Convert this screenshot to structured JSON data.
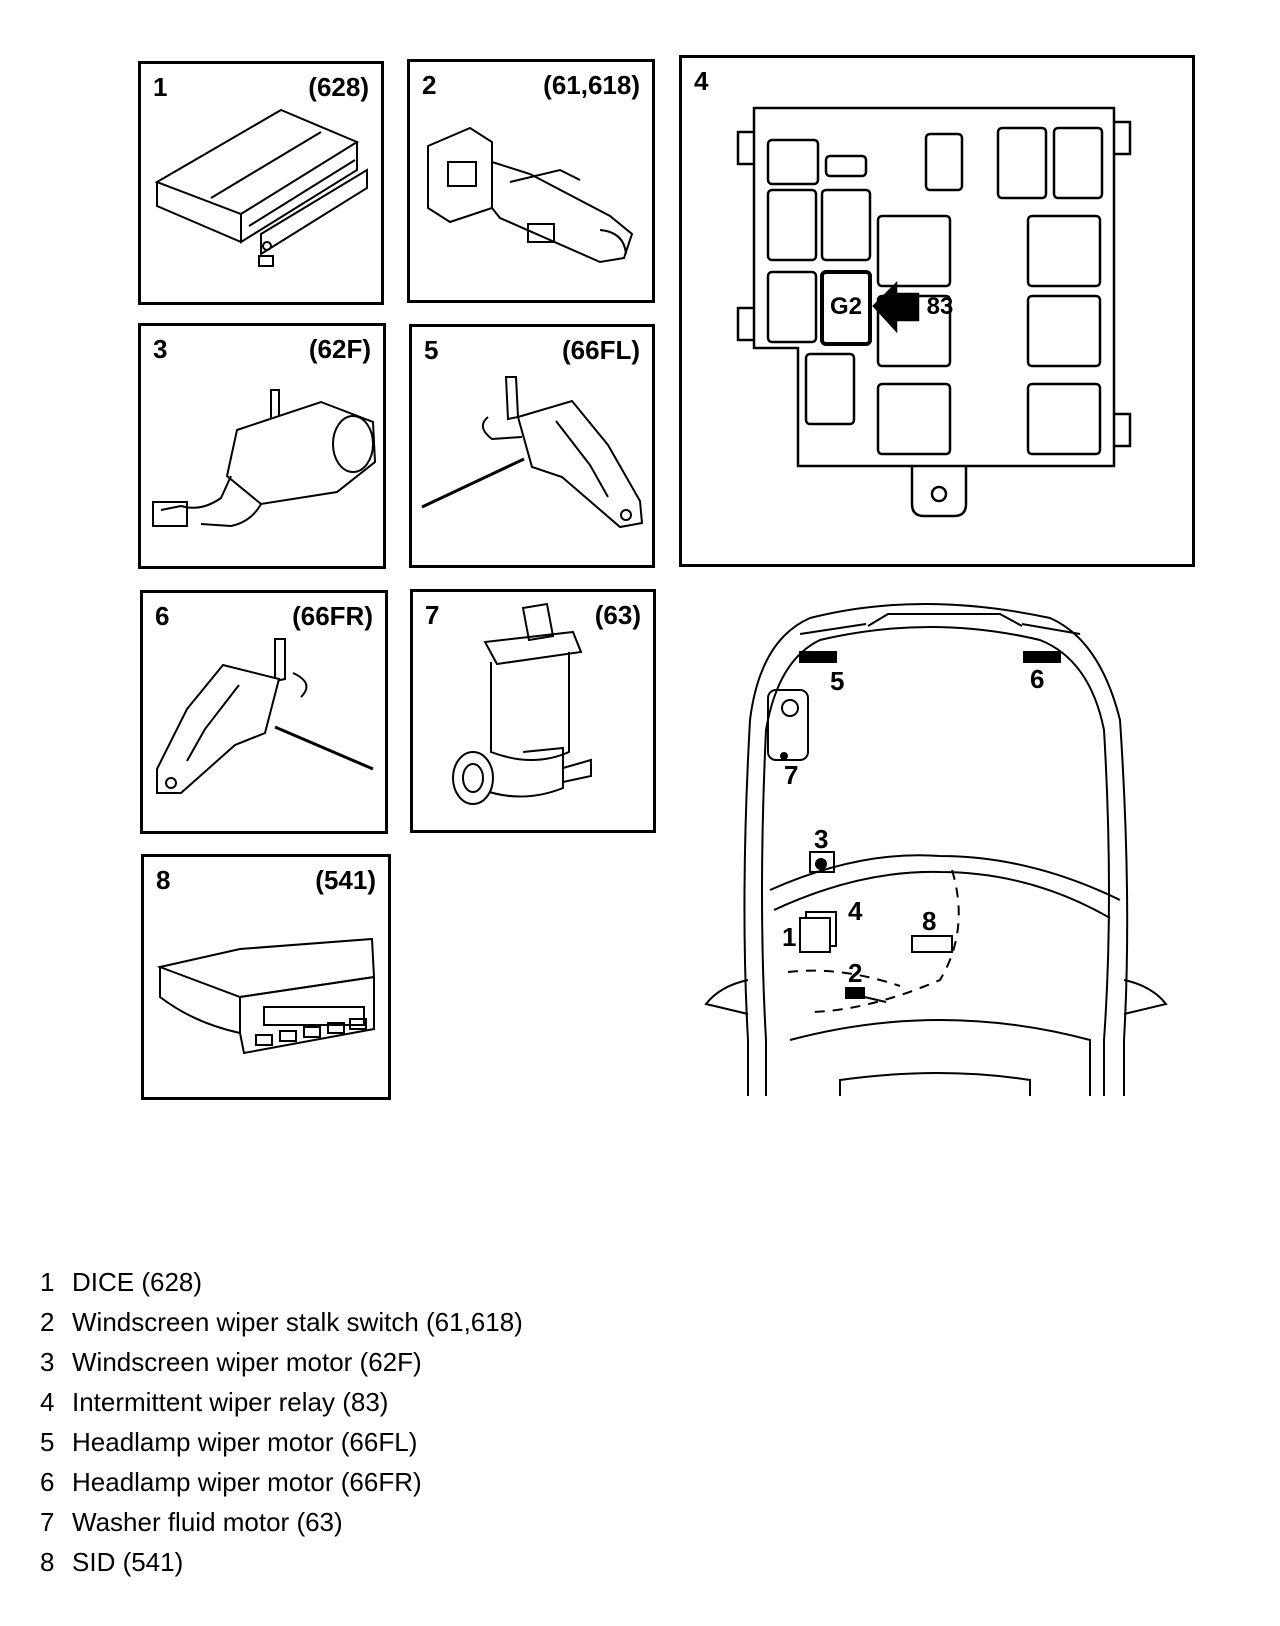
{
  "panels": [
    {
      "num": "1",
      "code": "(628)"
    },
    {
      "num": "2",
      "code": "(61,618)"
    },
    {
      "num": "3",
      "code": "(62F)"
    },
    {
      "num": "4",
      "code": ""
    },
    {
      "num": "5",
      "code": "(66FL)"
    },
    {
      "num": "6",
      "code": "(66FR)"
    },
    {
      "num": "7",
      "code": "(63)"
    },
    {
      "num": "8",
      "code": "(541)"
    }
  ],
  "fuse_box": {
    "slot_label": "G2",
    "relay_number": "83"
  },
  "car_callouts": [
    "1",
    "2",
    "3",
    "4",
    "5",
    "6",
    "7",
    "8"
  ],
  "legend": [
    {
      "num": "1",
      "text": "DICE (628)"
    },
    {
      "num": "2",
      "text": "Windscreen wiper stalk switch (61,618)"
    },
    {
      "num": "3",
      "text": "Windscreen wiper motor (62F)"
    },
    {
      "num": "4",
      "text": "Intermittent wiper relay (83)"
    },
    {
      "num": "5",
      "text": "Headlamp wiper motor (66FL)"
    },
    {
      "num": "6",
      "text": "Headlamp wiper motor (66FR)"
    },
    {
      "num": "7",
      "text": "Washer fluid motor (63)"
    },
    {
      "num": "8",
      "text": "SID (541)"
    }
  ]
}
